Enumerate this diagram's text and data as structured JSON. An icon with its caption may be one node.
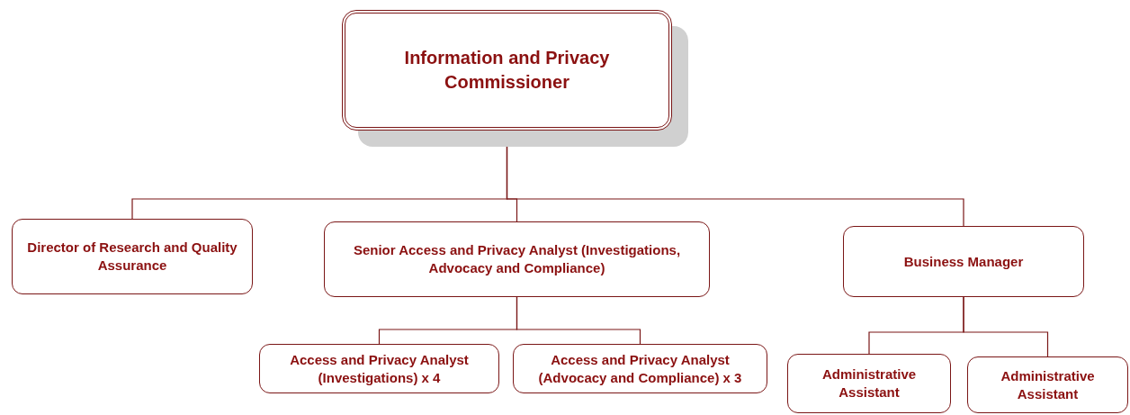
{
  "diagram": {
    "nodes": [
      {
        "text": [
          "Information and Privacy Commissioner"
        ]
      },
      {
        "text": [
          "Director of Research and Quality Assurance"
        ]
      },
      {
        "text": [
          "Senior Access and Privacy Analyst (Investigations, Advocacy and Compliance)"
        ]
      },
      {
        "text": [
          "Business Manager"
        ]
      },
      {
        "text": [
          "Access and Privacy Analyst (Investigations) x 4"
        ]
      },
      {
        "text": [
          "Access and Privacy Analyst (Advocacy and Compliance) x 3"
        ]
      },
      {
        "text": [
          "Administrative Assistant"
        ]
      },
      {
        "text": [
          "Administrative Assistant"
        ]
      }
    ],
    "edges": [
      {
        "from": 0,
        "to": 1,
        "arrow": "none"
      },
      {
        "from": 0,
        "to": 2,
        "arrow": "none"
      },
      {
        "from": 0,
        "to": 3,
        "arrow": "none"
      },
      {
        "from": 2,
        "to": 4,
        "arrow": "none"
      },
      {
        "from": 2,
        "to": 5,
        "arrow": "none"
      },
      {
        "from": 3,
        "to": 6,
        "arrow": "none"
      },
      {
        "from": 3,
        "to": 7,
        "arrow": "none"
      }
    ]
  }
}
